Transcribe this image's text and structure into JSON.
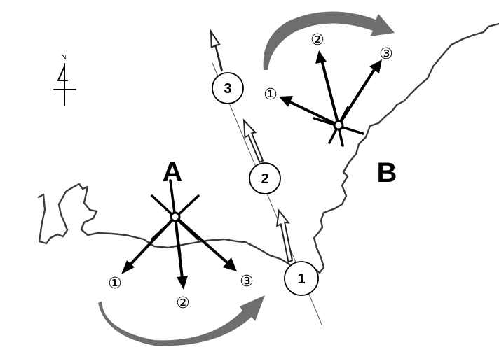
{
  "labels": {
    "station_a": "A",
    "station_b": "B",
    "compass_north": "N"
  },
  "track_positions": [
    "1",
    "2",
    "3"
  ],
  "station_a_arrows": [
    "①",
    "②",
    "③"
  ],
  "station_b_arrows": [
    "①",
    "②",
    "③"
  ],
  "colors": {
    "ink": "#000000",
    "coastline": "#3a3a3a",
    "rotation_arrow": "#6e6e6e",
    "background": "#ffffff"
  }
}
